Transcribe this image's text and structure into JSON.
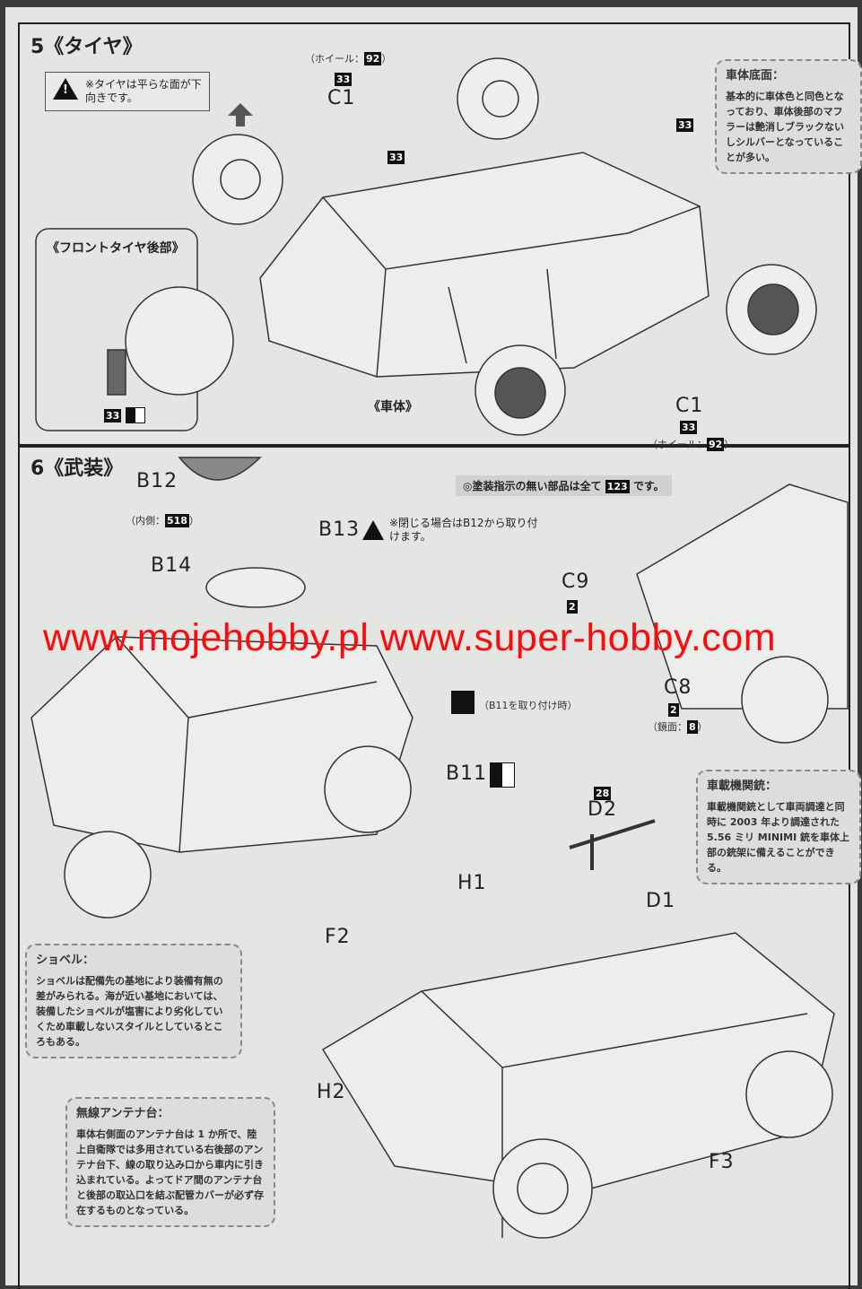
{
  "section5": {
    "title": "5《タイヤ》",
    "warning": "※タイヤは平らな面が下向きです。",
    "wheel_note_top": {
      "prefix": "（ホイール：",
      "code": "92",
      "suffix": "）"
    },
    "part_top": {
      "color": "33",
      "label": "C1"
    },
    "inset_title": "《フロントタイヤ後部》",
    "inset_color": "33",
    "body_label": "《車体》",
    "part_bottom": {
      "label": "C1",
      "color": "33"
    },
    "wheel_note_bottom": {
      "prefix": "（ホイール：",
      "code": "92",
      "suffix": "）"
    },
    "flag_color_1": "33",
    "flag_color_2": "33",
    "note": {
      "heading": "車体底面：",
      "body": "基本的に車体色と同色となっており、車体後部のマフラーは艶消しブラックないしシルバーとなっていることが多い。"
    }
  },
  "section6": {
    "title": "6《武装》",
    "paint_note": {
      "prefix": "◎塗装指示の無い部品は全て",
      "code": "123",
      "suffix": "です。"
    },
    "b12": {
      "label": "B12",
      "inner_prefix": "（内側：",
      "inner_code": "518",
      "inner_suffix": "）"
    },
    "b13": {
      "label": "B13",
      "warning": "※閉じる場合はB12から取り付けます。"
    },
    "b14": {
      "label": "B14"
    },
    "c9": {
      "label": "C9",
      "color": "2"
    },
    "c8": {
      "label": "C8",
      "color": "2",
      "mirror_prefix": "（鏡面：",
      "mirror_code": "8",
      "mirror_suffix": "）"
    },
    "b11": {
      "label": "B11",
      "note": "（B11を取り付け時）"
    },
    "d2": {
      "label": "D2",
      "color": "28"
    },
    "d1": {
      "label": "D1"
    },
    "h1": {
      "label": "H1"
    },
    "h2": {
      "label": "H2"
    },
    "f2": {
      "label": "F2"
    },
    "f3": {
      "label": "F3"
    },
    "note_mg": {
      "heading": "車載機関銃：",
      "body": "車載機関銃として車両調達と同時に 2003 年より調達された 5.56 ミリ MINIMI 銃を車体上部の銃架に備えることができる。"
    },
    "note_shovel": {
      "heading": "ショベル：",
      "body": "ショベルは配備先の基地により装備有無の差がみられる。海が近い基地においては、装備したショベルが塩害により劣化していくため車載しないスタイルとしているところもある。"
    },
    "note_antenna": {
      "heading": "無線アンテナ台：",
      "body": "車体右側面のアンテナ台は 1 か所で、陸上自衛隊では多用されている右後部のアンテナ台下、線の取り込み口から車内に引き込まれている。よってドア間のアンテナ台と後部の取込口を結ぶ配管カバーが必ず存在するものとなっている。"
    }
  },
  "watermark": "www.mojehobby.pl www.super-hobby.com"
}
